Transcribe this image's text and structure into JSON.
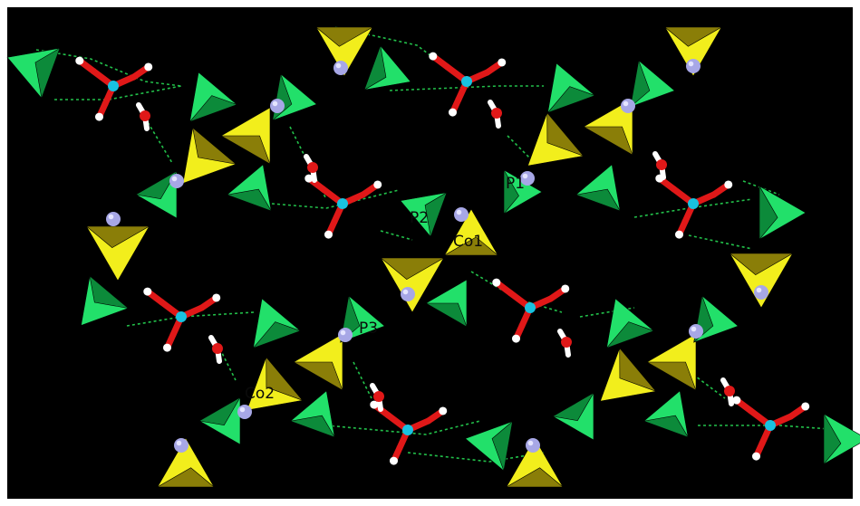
{
  "labels": {
    "p1": "P1",
    "p2": "P2",
    "p3": "P3",
    "co1": "Co1",
    "co2": "Co2"
  },
  "colors": {
    "background": "#000000",
    "border": "#ffffff",
    "p_tetra": "#22e06a",
    "p_tetra_dark": "#0c8a3a",
    "co_tetra": "#f2ee1c",
    "co_tetra_dark": "#8a7e08",
    "metal_sphere": "#a7a7e6",
    "oxygen": "#e01818",
    "hydrogen": "#ffffff",
    "carbon": "#19c2e0",
    "hbond": "#22c04a",
    "label_text": "#0a0a0a"
  },
  "legend_icons": [
    "green-tetrahedron-icon",
    "yellow-tetrahedron-icon",
    "metal-sphere-icon",
    "ball-stick-molecule-icon"
  ]
}
